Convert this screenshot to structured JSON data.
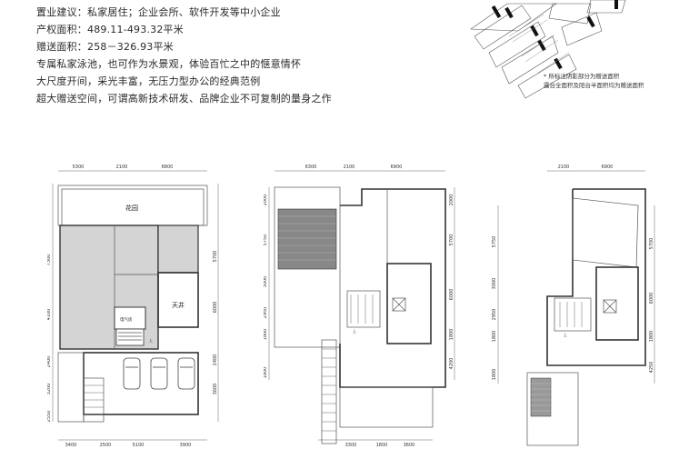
{
  "info": {
    "lines": [
      "置业建议：私家居住；企业会所、软件开发等中小企业",
      "产权面积：489.11-493.32平米",
      "赠送面积：258－326.93平米",
      "专属私家泳池，也可作为水景观，体验百忙之中的惬意情怀",
      "大尺度开间，采光丰富，无压力型办公的经典范例",
      "超大赠送空间，可谓高新技术研发、品牌企业不可复制的量身之作"
    ]
  },
  "keyplan": {
    "notes": [
      "* 所标注阴影部分为赠送面积",
      "露台全面积及阳台半面积均为赠送面积"
    ]
  },
  "plans": {
    "ground": {
      "top_dims": [
        "5300",
        "2100",
        "6800"
      ],
      "bottom_dims": [
        "3400",
        "2500",
        "5100",
        "3900"
      ],
      "left_dims": [
        "7300",
        "4100",
        "2400",
        "3200",
        "2550"
      ],
      "right_dims": [
        "5700",
        "6000",
        "2400",
        "3600"
      ],
      "labels": {
        "garden": "花园",
        "courtyard": "天井",
        "elevator": "电气房",
        "up": "上"
      }
    },
    "second": {
      "top_dims": [
        "6300",
        "2100",
        "6900"
      ],
      "bottom_dims": [
        "3300",
        "1800",
        "3600"
      ],
      "left_dims": [
        "2000",
        "5750",
        "3000",
        "2950",
        "1800",
        "1800"
      ],
      "right_dims": [
        "2000",
        "5700",
        "6000",
        "1800",
        "4200"
      ],
      "labels": {
        "up": "上"
      }
    },
    "third": {
      "top_dims": [
        "2100",
        "6900"
      ],
      "left_dims": [
        "5750",
        "3000",
        "2950",
        "1800",
        "1800"
      ],
      "right_dims": [
        "5700",
        "6000",
        "1800",
        "4250"
      ],
      "labels": {
        "up": "上"
      }
    }
  }
}
